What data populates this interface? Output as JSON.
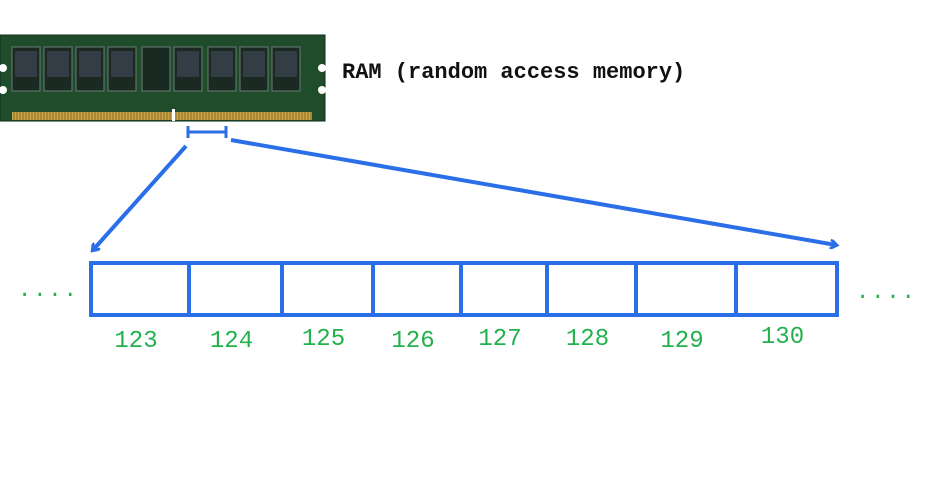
{
  "ram_label": "RAM (random access memory)",
  "ellipsis_left": "....",
  "ellipsis_right": "....",
  "cells": [
    {
      "address": "123"
    },
    {
      "address": "124"
    },
    {
      "address": "125"
    },
    {
      "address": "126"
    },
    {
      "address": "127"
    },
    {
      "address": "128"
    },
    {
      "address": "129"
    },
    {
      "address": "130"
    }
  ],
  "colors": {
    "memory_cell_border": "#2a6fe8",
    "arrow": "#2a6fe8",
    "address_text": "#22b14c",
    "ram_board": "#1f4d2c",
    "ram_chip": "#343d46",
    "ram_contacts": "#c9a347"
  },
  "icons": {
    "ram_module": "ram-stick-icon",
    "zoom_arrow": "arrow-icon"
  }
}
